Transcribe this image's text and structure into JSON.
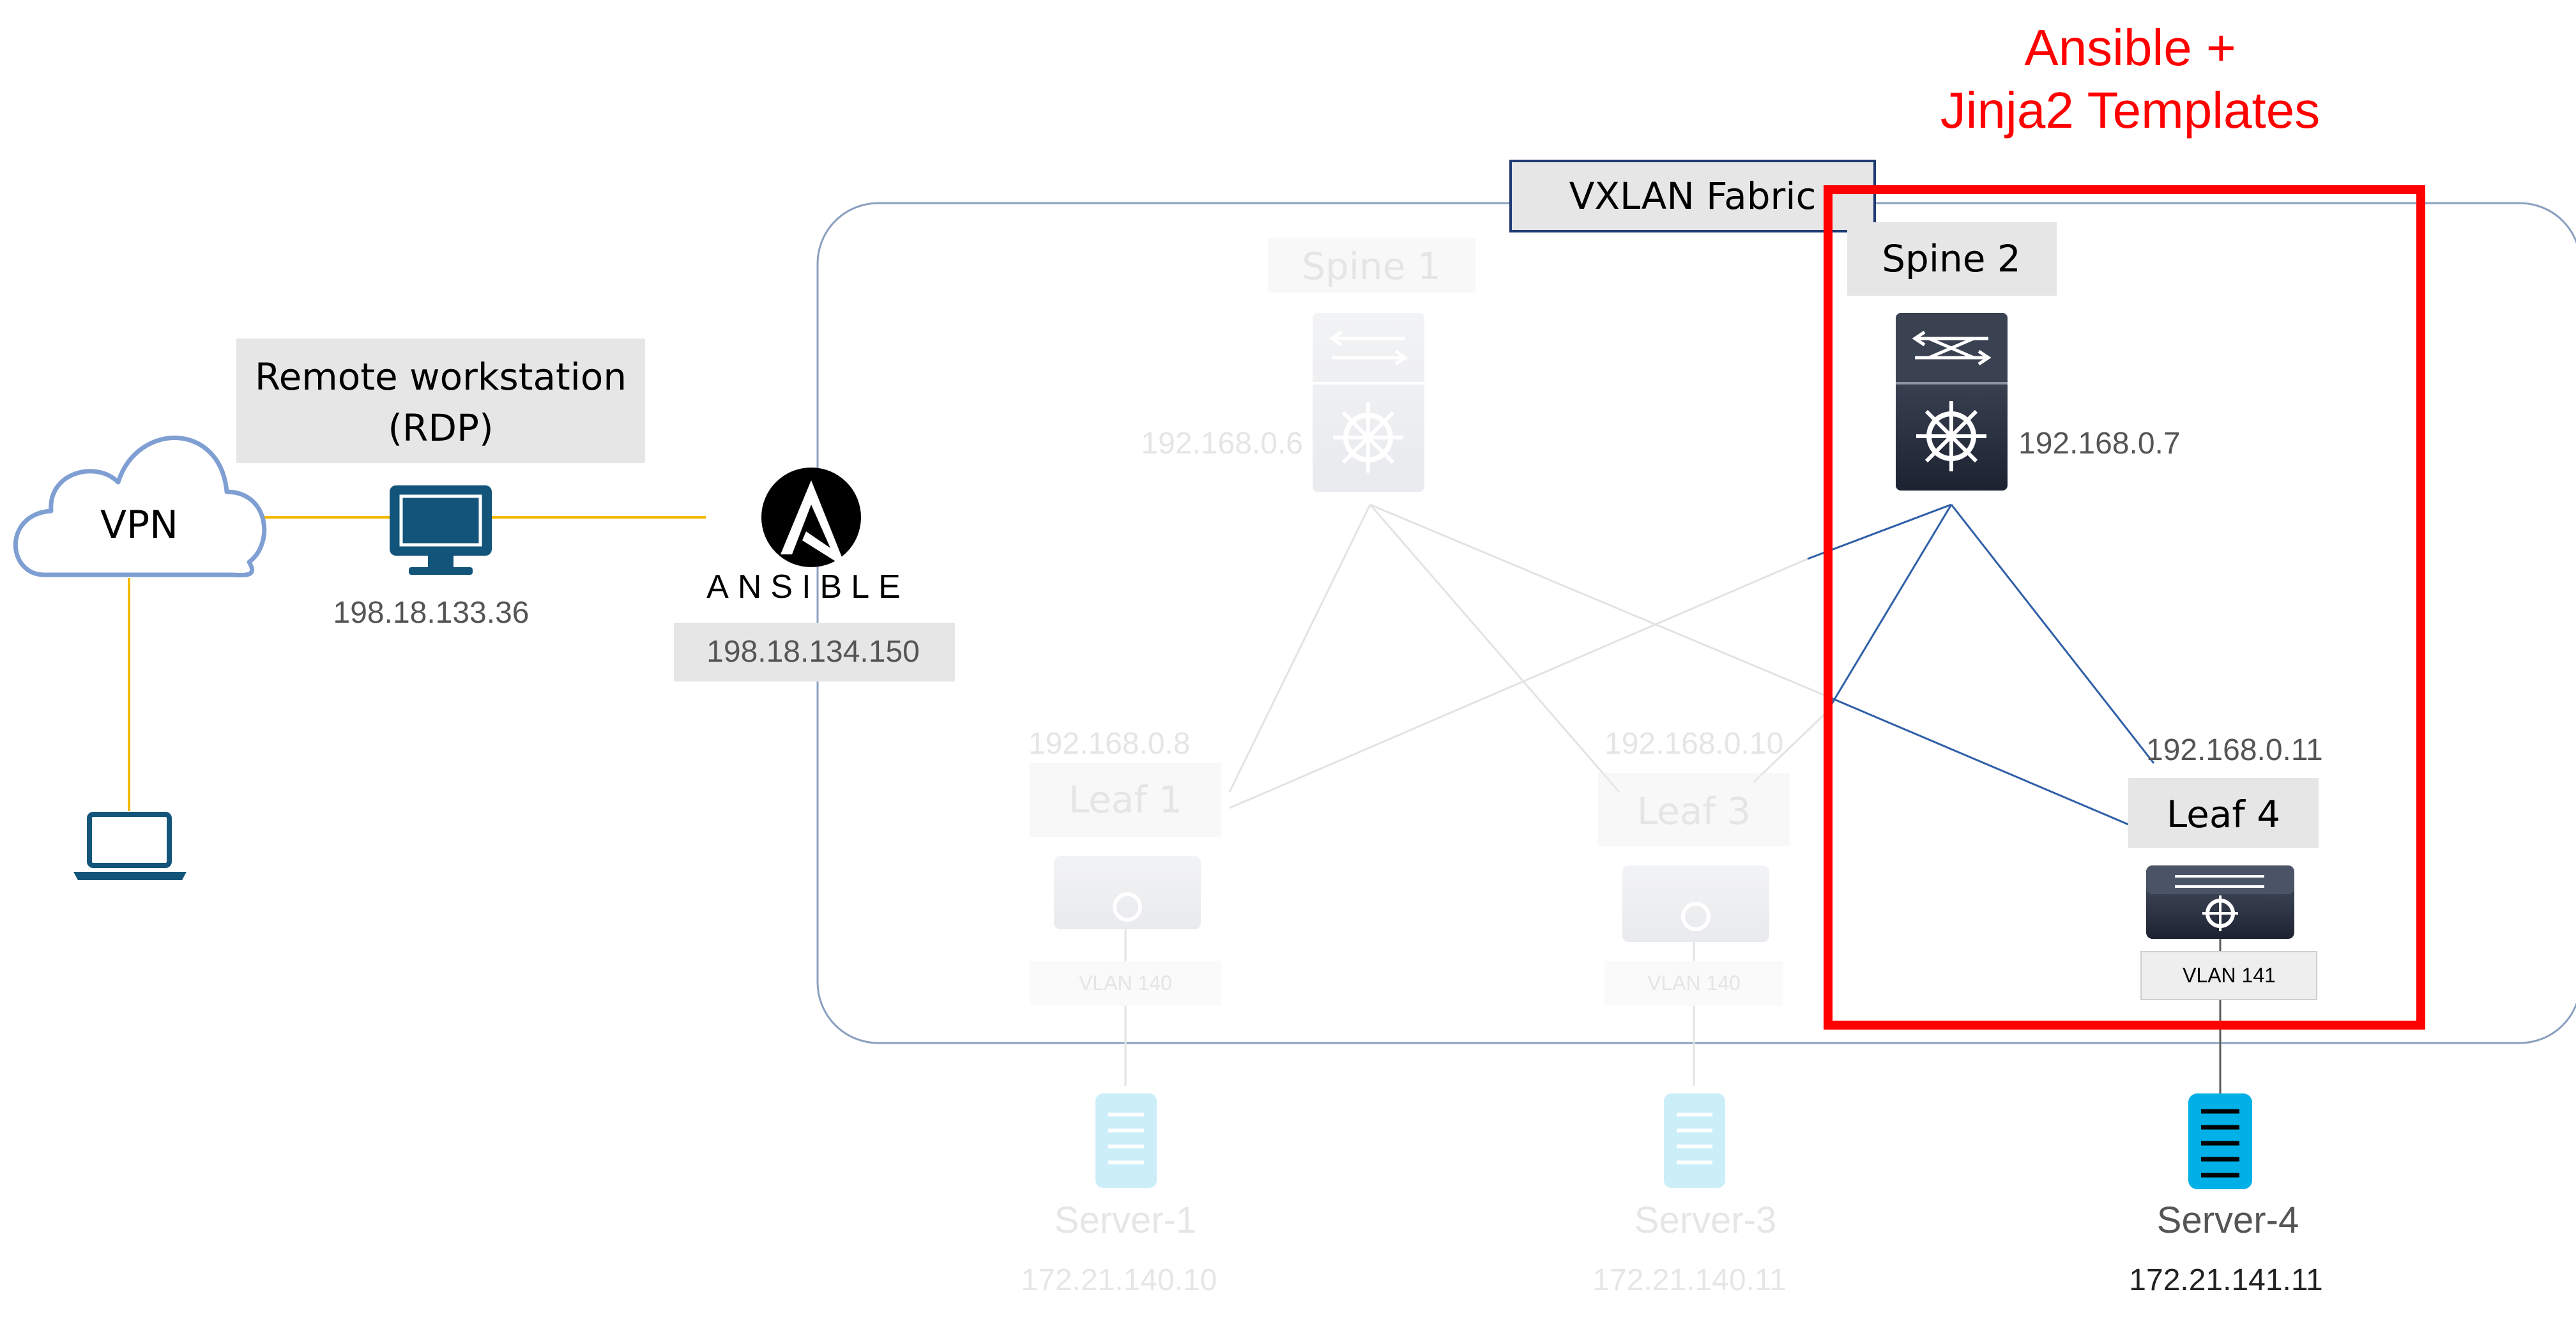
{
  "title": {
    "line1": "Ansible +",
    "line2": "Jinja2 Templates"
  },
  "fabric": {
    "label": "VXLAN Fabric"
  },
  "vpn": {
    "label": "VPN"
  },
  "workstation": {
    "label_line1": "Remote workstation",
    "label_line2": "(RDP)",
    "ip": "198.18.133.36"
  },
  "ansible": {
    "wordmark": "ANSIBLE",
    "ip": "198.18.134.150"
  },
  "spines": [
    {
      "name": "Spine 1",
      "ip": "192.168.0.6",
      "faded": true
    },
    {
      "name": "Spine 2",
      "ip": "192.168.0.7",
      "faded": false
    }
  ],
  "leaves": [
    {
      "name": "Leaf 1",
      "ip": "192.168.0.8",
      "vlan": "VLAN 140",
      "faded": true
    },
    {
      "name": "Leaf 3",
      "ip": "192.168.0.10",
      "vlan": "VLAN 140",
      "faded": true
    },
    {
      "name": "Leaf 4",
      "ip": "192.168.0.11",
      "vlan": "VLAN 141",
      "faded": false
    }
  ],
  "servers": [
    {
      "name": "Server-1",
      "ip": "172.21.140.10",
      "faded": true
    },
    {
      "name": "Server-3",
      "ip": "172.21.140.11",
      "faded": true
    },
    {
      "name": "Server-4",
      "ip": "172.21.141.11",
      "faded": false
    }
  ],
  "colors": {
    "highlight": "#ff0000",
    "link": "#2f5fa7",
    "fabric_border": "#8aa0bf",
    "access_link": "#f5b800",
    "device_dark": "#1f2430",
    "monitor": "#13557a",
    "cloud": "#7f9fd3",
    "server": "#00b0e6",
    "label_bg": "#e6e6e6"
  }
}
